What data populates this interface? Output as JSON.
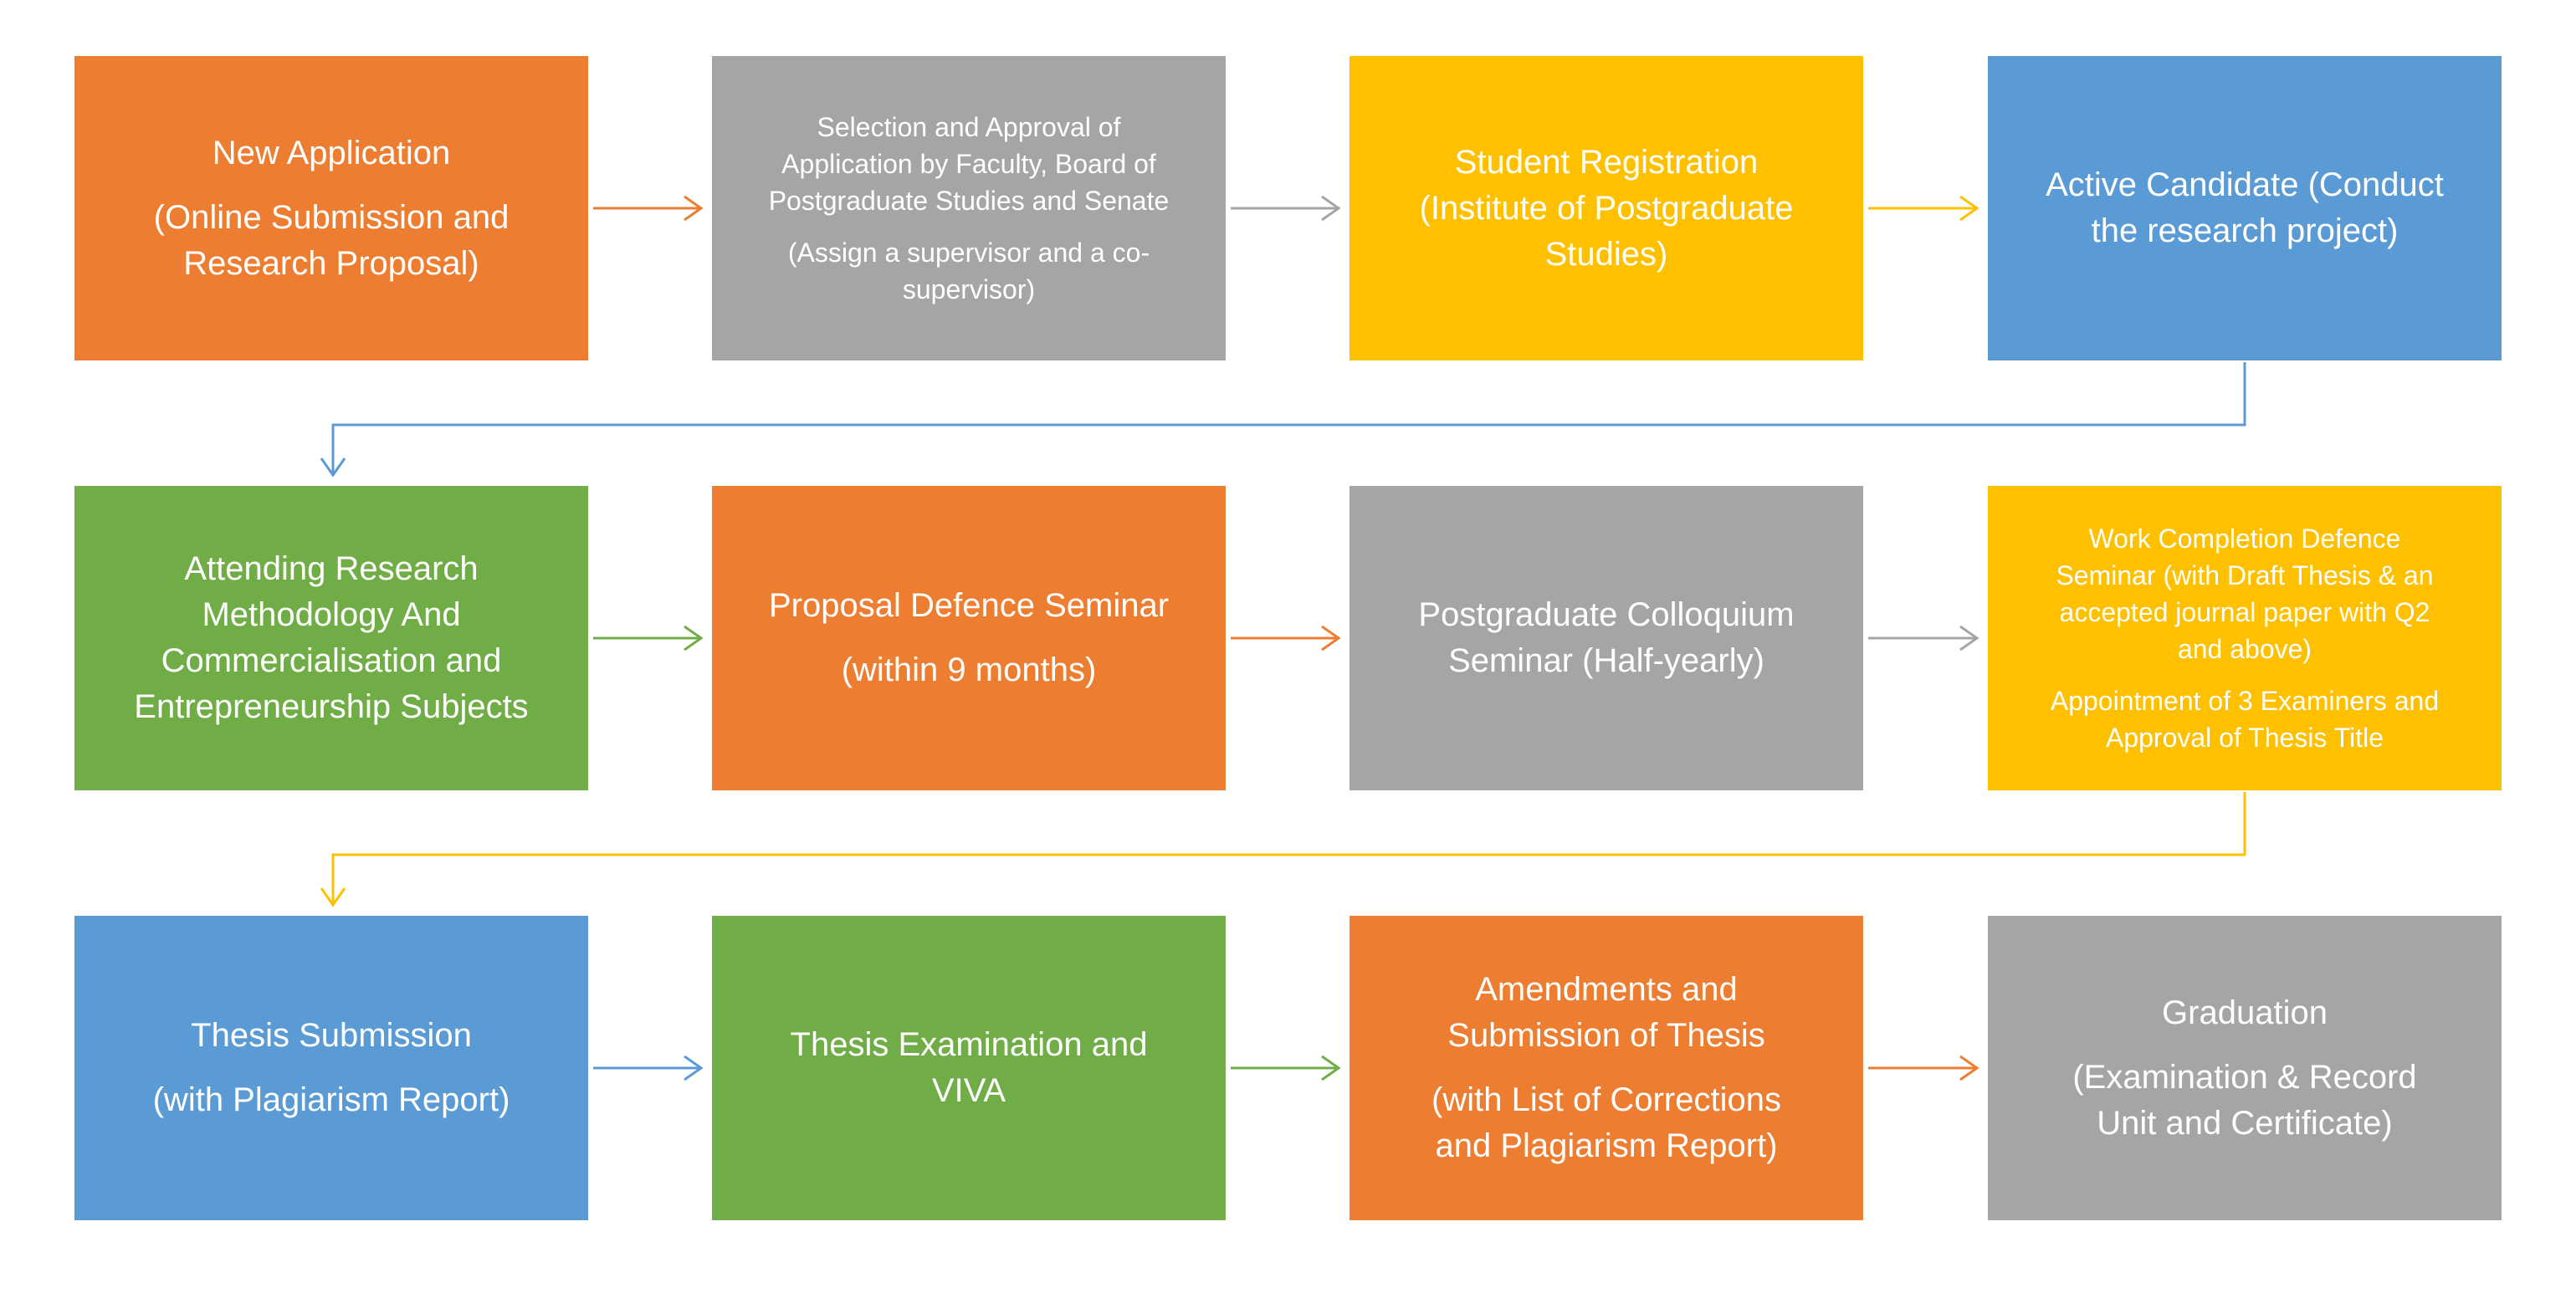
{
  "colors": {
    "orange": "#ED7D31",
    "gray": "#A5A5A5",
    "yellow": "#FFC000",
    "blue": "#5B9BD5",
    "green": "#70AD47"
  },
  "steps": [
    {
      "lines": [
        "New Application",
        "(Online Submission and",
        "Research Proposal)"
      ]
    },
    {
      "lines": [
        "Selection and Approval of",
        "Application by Faculty, Board of",
        "Postgraduate Studies and Senate",
        "(Assign a supervisor and a co-",
        "supervisor)"
      ]
    },
    {
      "lines": [
        "Student Registration",
        "(Institute of Postgraduate",
        "Studies)"
      ]
    },
    {
      "lines": [
        "Active Candidate (Conduct",
        "the research project)"
      ]
    },
    {
      "lines": [
        "Attending Research",
        "Methodology And",
        "Commercialisation and",
        "Entrepreneurship Subjects"
      ]
    },
    {
      "lines": [
        "Proposal Defence Seminar",
        "(within 9 months)"
      ]
    },
    {
      "lines": [
        "Postgraduate Colloquium",
        "Seminar (Half-yearly)"
      ]
    },
    {
      "lines": [
        "Work Completion Defence",
        "Seminar (with Draft Thesis & an",
        "accepted journal paper with Q2",
        "and above)",
        "Appointment of 3 Examiners and",
        "Approval of Thesis Title"
      ]
    },
    {
      "lines": [
        "Thesis Submission",
        "(with Plagiarism Report)"
      ]
    },
    {
      "lines": [
        "Thesis Examination and",
        "VIVA"
      ]
    },
    {
      "lines": [
        "Amendments and",
        "Submission of Thesis",
        "(with List of Corrections",
        "and Plagiarism Report)"
      ]
    },
    {
      "lines": [
        "Graduation",
        "(Examination & Record",
        "Unit and Certificate)"
      ]
    }
  ]
}
